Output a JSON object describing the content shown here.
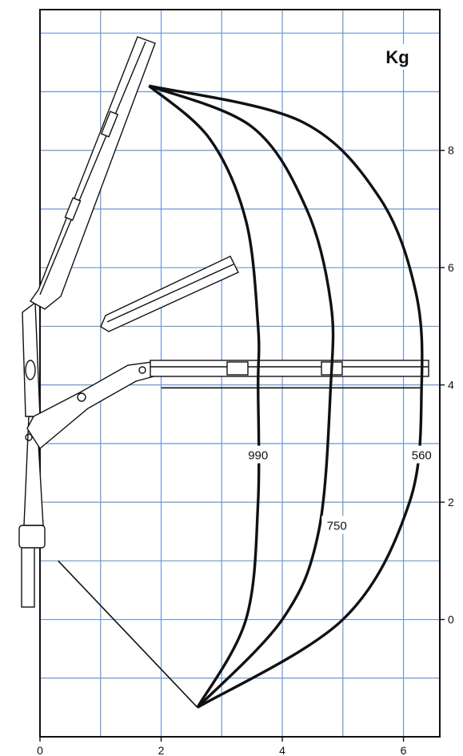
{
  "chart_data": {
    "type": "line",
    "title": "",
    "xlabel": "",
    "ylabel": "",
    "unit_label": "Kg",
    "xlim": [
      0,
      6.6
    ],
    "ylim": [
      -2,
      10.4
    ],
    "x_ticks": [
      0,
      2,
      4,
      6
    ],
    "y_ticks": [
      0,
      2,
      4,
      6,
      8
    ],
    "x_tick_labels": [
      "0",
      "2",
      "4",
      "6"
    ],
    "y_tick_labels": [
      "0",
      "2",
      "4",
      "6",
      "8"
    ],
    "grid": true,
    "grid_step": 1,
    "colors": {
      "grid": "#6c97cf",
      "frame": "#111111",
      "curve": "#111111"
    },
    "series": [
      {
        "name": "990",
        "label_at": [
          3.6,
          2.8
        ],
        "x": [
          1.8,
          2.8,
          3.4,
          3.6,
          3.6,
          3.6,
          3.4,
          2.6
        ],
        "y": [
          9.1,
          8.2,
          6.8,
          5.0,
          4.0,
          2.0,
          0.0,
          -1.5
        ]
      },
      {
        "name": "750",
        "label_at": [
          4.9,
          1.6
        ],
        "x": [
          1.8,
          3.5,
          4.4,
          4.8,
          4.8,
          4.6,
          4.0,
          2.6
        ],
        "y": [
          9.1,
          8.4,
          7.0,
          5.4,
          4.0,
          1.5,
          0.0,
          -1.5
        ]
      },
      {
        "name": "560",
        "label_at": [
          6.3,
          2.8
        ],
        "x": [
          1.8,
          4.3,
          5.6,
          6.2,
          6.3,
          6.1,
          5.0,
          2.6
        ],
        "y": [
          9.1,
          8.5,
          7.2,
          5.6,
          4.0,
          2.0,
          0.0,
          -1.5
        ]
      }
    ],
    "reach_lines": [
      {
        "x": [
          0.3,
          2.6
        ],
        "y": [
          1.0,
          -1.5
        ]
      },
      {
        "x": [
          2.0,
          6.3
        ],
        "y": [
          3.95,
          3.95
        ]
      }
    ]
  }
}
